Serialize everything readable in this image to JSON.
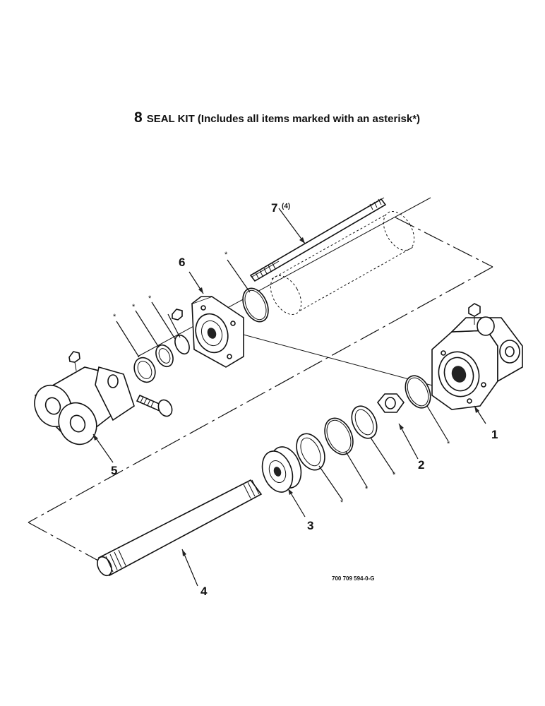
{
  "title": {
    "number": "8",
    "text": "SEAL KIT (Includes all items marked with an asterisk*)"
  },
  "callouts": {
    "c1": "1",
    "c2": "2",
    "c3": "3",
    "c4": "4",
    "c5": "5",
    "c6": "6",
    "c7": "7",
    "c7_qty": "(4)"
  },
  "asterisk": "*",
  "document_id": "700 709 594-0-G"
}
